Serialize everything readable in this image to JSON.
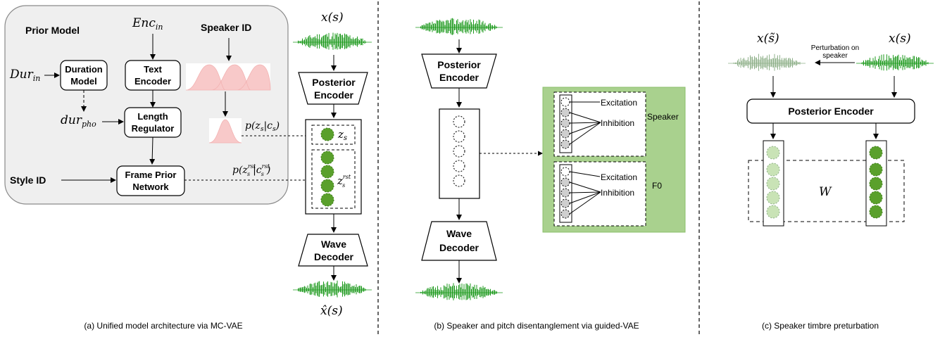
{
  "panel_a": {
    "prior_model_title": "Prior Model",
    "enc_in": "Enc",
    "enc_in_sub": "in",
    "speaker_id": "Speaker ID",
    "dur_in": "Dur",
    "dur_in_sub": "in",
    "duration_model_l1": "Duration",
    "duration_model_l2": "Model",
    "text_encoder_l1": "Text",
    "text_encoder_l2": "Encoder",
    "dur_pho": "dur",
    "dur_pho_sub": "pho",
    "length_regulator_l1": "Length",
    "length_regulator_l2": "Regulator",
    "style_id": "Style ID",
    "frame_prior_l1": "Frame Prior",
    "frame_prior_l2": "Network",
    "p_zs_cs": "p(z",
    "p_zs_cs_mid": "|c",
    "p_zs_cs_end": ")",
    "p_zrst": "p(z",
    "p_zrst_mid": "|c",
    "p_zrst_end": ")",
    "rst": "rst",
    "s": "s",
    "x_s": "x(s)",
    "x_hat_s": "x̂(s)",
    "posterior_encoder_l1": "Posterior",
    "posterior_encoder_l2": "Encoder",
    "z_s": "z",
    "z_s_sub": "s",
    "z_rst": "z",
    "wave_decoder_l1": "Wave",
    "wave_decoder_l2": "Decoder",
    "caption": "(a) Unified model architecture via MC-VAE"
  },
  "panel_b": {
    "posterior_encoder_l1": "Posterior",
    "posterior_encoder_l2": "Encoder",
    "wave_decoder_l1": "Wave",
    "wave_decoder_l2": "Decoder",
    "excitation_1": "Excitation",
    "inhibition_1": "Inhibition",
    "speaker": "Speaker",
    "excitation_2": "Excitation",
    "inhibition_2": "Inhibition",
    "f0": "F0",
    "caption": "(b) Speaker and pitch disentanglement via guided-VAE"
  },
  "panel_c": {
    "x_tilde_s": "x(s̃)",
    "x_s": "x(s)",
    "perturbation_l1": "Perturbation on",
    "perturbation_l2": "speaker",
    "posterior_encoder": "Posterior Encoder",
    "w": "W",
    "caption": "(c) Speaker timbre preturbation"
  },
  "colors": {
    "waveform_green": "#1e9a1e",
    "waveform_faded": "#8fb08a",
    "latent_green": "#5aa02c",
    "latent_light": "#c9e3b6",
    "guided_bg": "#a9d18e",
    "prior_bg": "#efefef",
    "gaussian_pink": "#f8c9c9",
    "gray_node": "#cfcfcf"
  }
}
